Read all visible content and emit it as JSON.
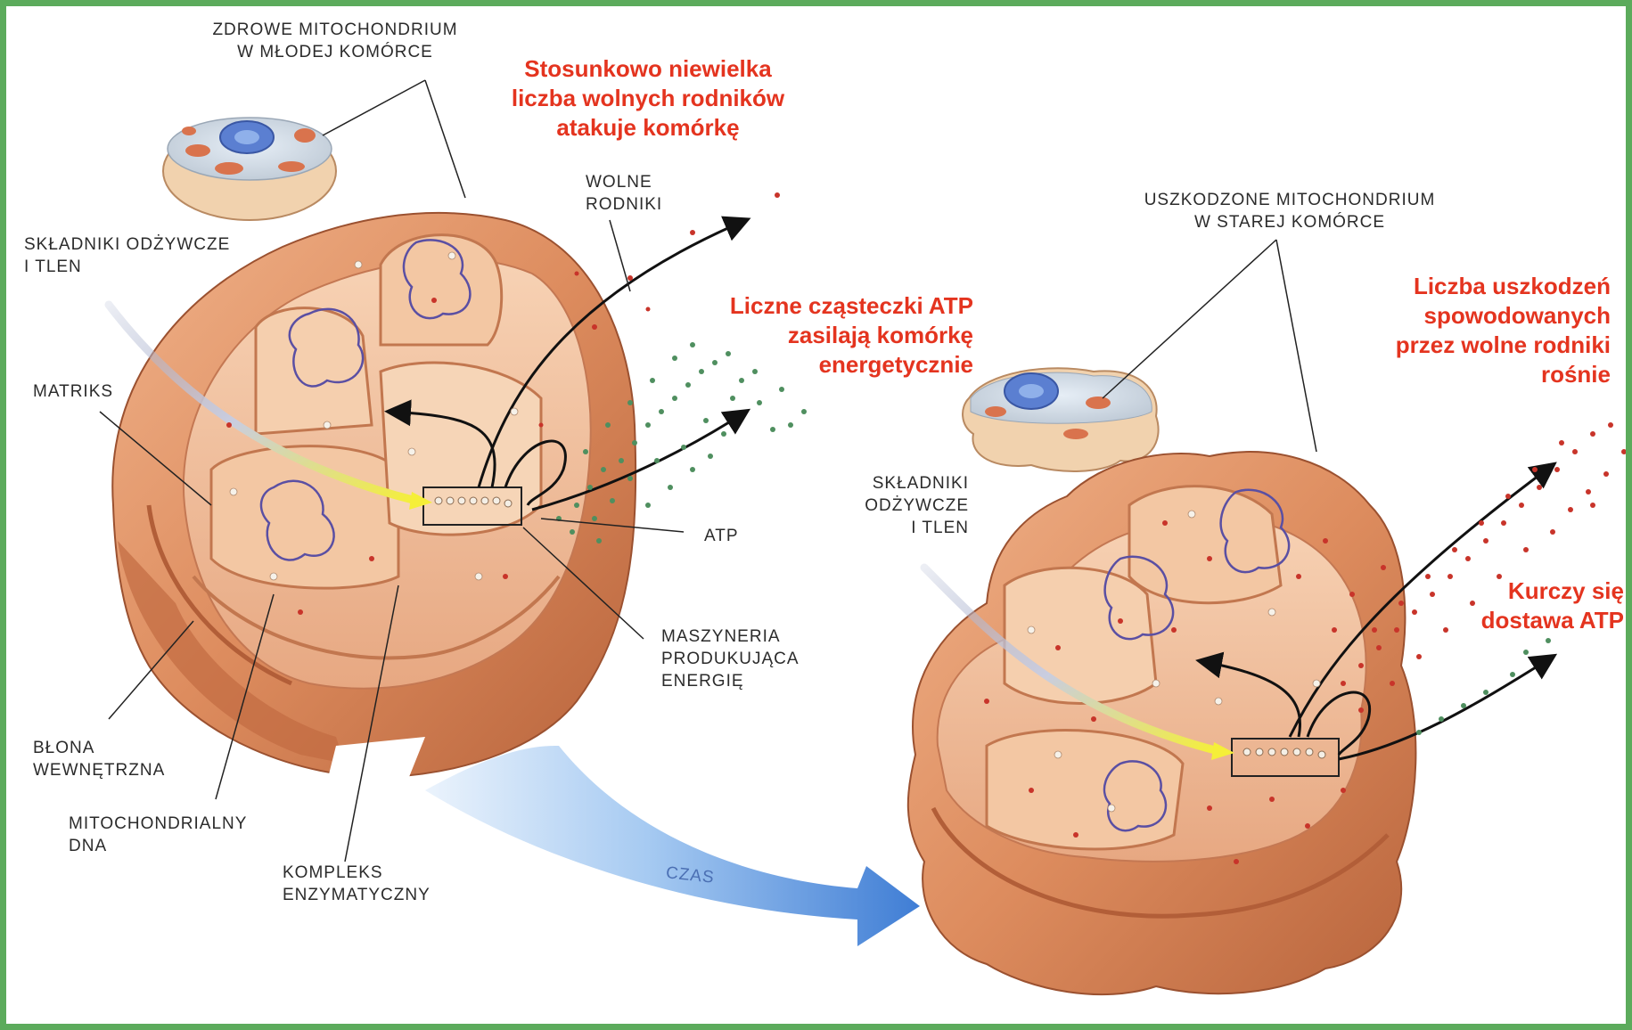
{
  "left_panel": {
    "title": [
      "ZDROWE MITOCHONDRIUM",
      "W MŁODEJ KOMÓRCE"
    ],
    "red_note_free_radicals": [
      "Stosunkowo niewielka",
      "liczba wolnych rodników",
      "atakuje komórkę"
    ],
    "red_note_atp": [
      "Liczne cząsteczki ATP",
      "zasilają komórkę",
      "energetycznie"
    ],
    "labels": {
      "nutrients": [
        "SKŁADNIKI ODŻYWCZE",
        "I TLEN"
      ],
      "free_radicals": [
        "WOLNE",
        "RODNIKI"
      ],
      "matrix": "MATRIKS",
      "atp": "ATP",
      "machinery": [
        "MASZYNERIA",
        "PRODUKUJĄCA",
        "ENERGIĘ"
      ],
      "inner_membrane": [
        "BŁONA",
        "WEWNĘTRZNA"
      ],
      "mito_dna": [
        "MITOCHONDRIALNY",
        "DNA"
      ],
      "enzyme_complex": [
        "KOMPLEKS",
        "ENZYMATYCZNY"
      ]
    }
  },
  "time_arrow": {
    "label": "CZAS"
  },
  "right_panel": {
    "title": [
      "USZKODZONE MITOCHONDRIUM",
      "W STAREJ KOMÓRCE"
    ],
    "red_note_damage": [
      "Liczba uszkodzeń",
      "spowodowanych",
      "przez wolne rodniki",
      "rośnie"
    ],
    "red_note_atp": [
      "Kurczy się",
      "dostawa ATP"
    ],
    "labels": {
      "nutrients": [
        "SKŁADNIKI",
        "ODŻYWCZE",
        "I TLEN"
      ]
    }
  },
  "colors": {
    "frame": "#5cab5c",
    "membrane": "#d9875b",
    "interior": "#f3c8a5",
    "red_text": "#e4341f",
    "atp_dots": "#4f8f5f",
    "radical_dots": "#c8342a",
    "nutrient_arrow": "#f2ee3a",
    "time_arrow": "#3d7ed6",
    "dna": "#5a4fa3"
  }
}
